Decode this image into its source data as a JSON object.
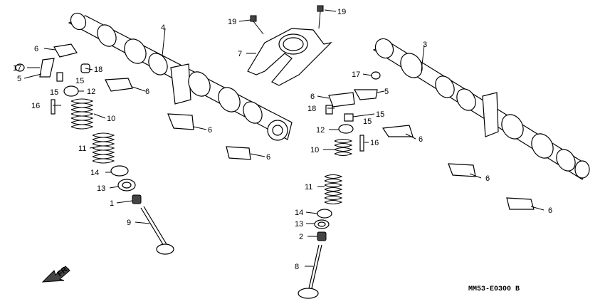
{
  "diagram": {
    "code_label": "MM53-E0300 B",
    "direction_label": "FR.",
    "callouts": {
      "c1": "1",
      "c2": "2",
      "c3": "3",
      "c4": "4",
      "c5a": "5",
      "c5b": "5",
      "c6a": "6",
      "c6b": "6",
      "c6c": "6",
      "c6d": "6",
      "c6e": "6",
      "c6f": "6",
      "c6g": "6",
      "c6h": "6",
      "c7": "7",
      "c8": "8",
      "c9": "9",
      "c10a": "10",
      "c10b": "10",
      "c11a": "11",
      "c11b": "11",
      "c12a": "12",
      "c12b": "12",
      "c13a": "13",
      "c13b": "13",
      "c14a": "14",
      "c14b": "14",
      "c15a": "15",
      "c15b": "15",
      "c15c": "15",
      "c15d": "15",
      "c16a": "16",
      "c16b": "16",
      "c17a": "17",
      "c17b": "17",
      "c18a": "18",
      "c18b": "18",
      "c19a": "19",
      "c19b": "19"
    }
  }
}
